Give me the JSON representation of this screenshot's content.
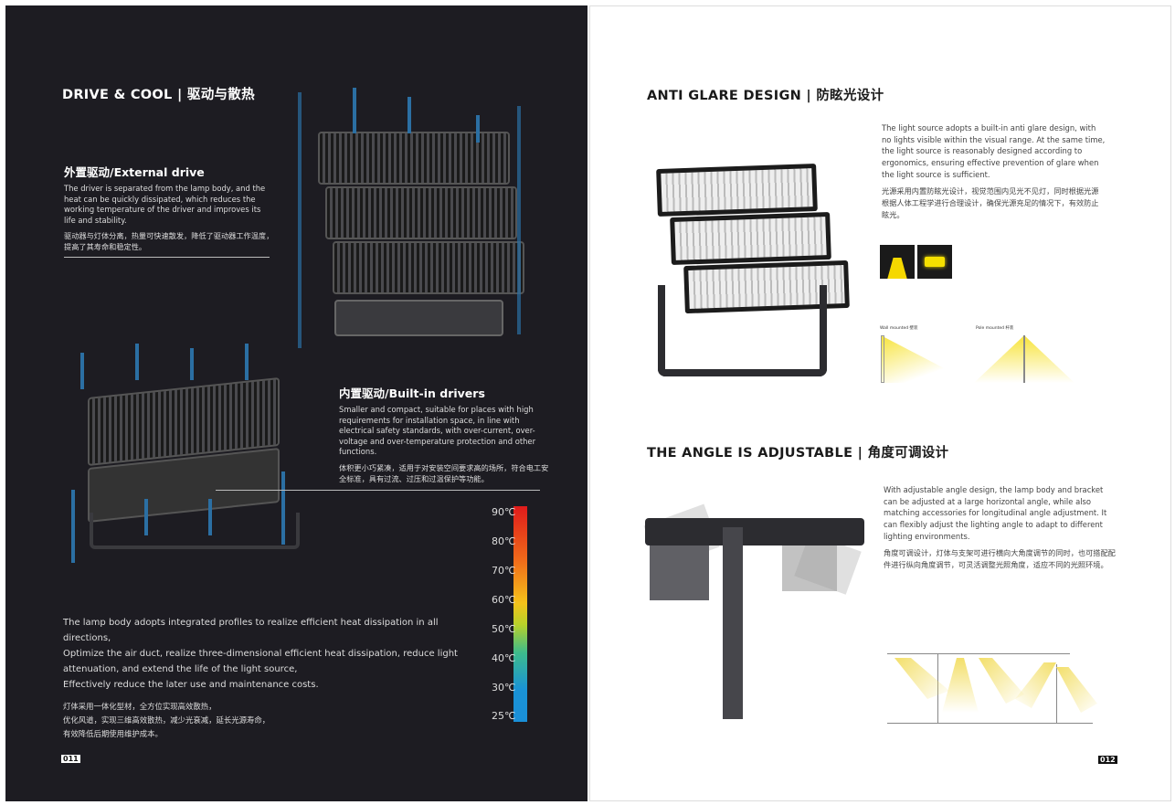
{
  "left": {
    "title": "DRIVE & COOL | 驱动与散热",
    "external": {
      "title": "外置驱动/External drive",
      "en": "The driver is separated from the lamp body, and the heat can be quickly dissipated, which reduces the working temperature of the driver and improves its life and stability.",
      "cn": "驱动器与灯体分离，热量可快速散发，降低了驱动器工作温度，提高了其寿命和稳定性。"
    },
    "builtin": {
      "title": "内置驱动/Built-in drivers",
      "en": "Smaller and compact, suitable for places with high requirements for installation space, in line with electrical safety standards, with over-current, over-voltage and over-temperature protection and other functions.",
      "cn": "体积更小巧紧凑，适用于对安装空间要求高的场所，符合电工安全标准，具有过流、过压和过温保护等功能。"
    },
    "summary": {
      "en": [
        "The lamp body adopts integrated profiles to realize efficient heat dissipation in all directions,",
        "Optimize the air duct, realize three-dimensional efficient heat dissipation, reduce light",
        "attenuation, and extend the life of the light source,",
        "Effectively reduce the later use and maintenance costs."
      ],
      "cn": [
        "灯体采用一体化型材，全方位实现高效散热，",
        "优化风道，实现三维高效散热，减少光衰减，延长光源寿命，",
        "有效降低后期使用维护成本。"
      ]
    },
    "temps": [
      "90℃",
      "80℃",
      "70℃",
      "60℃",
      "50℃",
      "40℃",
      "30℃",
      "25℃"
    ],
    "page": "011"
  },
  "right": {
    "glare": {
      "title": "ANTI GLARE DESIGN | 防眩光设计",
      "en": "The light source adopts a built-in anti glare design, with no lights visible within the visual range. At the same time, the light source is reasonably designed according to ergonomics, ensuring effective prevention of glare when the light source is sufficient.",
      "cn": "光源采用内置防眩光设计，视觉范围内见光不见灯，同时根据光源根据人体工程学进行合理设计，确保光源充足的情况下，有效防止眩光。",
      "wall": "Wall mounted 壁装",
      "pole": "Pole mounted 杆装"
    },
    "angle": {
      "title": "THE ANGLE IS ADJUSTABLE | 角度可调设计",
      "en": "With adjustable angle design, the lamp body and bracket can be adjusted at a large horizontal angle, while also matching accessories for longitudinal angle adjustment. It can flexibly adjust the lighting angle to adapt to different lighting environments.",
      "cn": "角度可调设计，灯体与支架可进行横向大角度调节的同时，也可搭配配件进行纵向角度调节，可灵活调整光照角度，适应不同的光照环境。"
    },
    "page": "012"
  }
}
